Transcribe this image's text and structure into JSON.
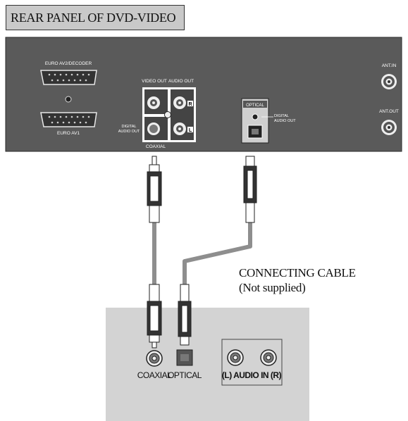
{
  "title": "REAR PANEL OF DVD-VIDEO",
  "panel": {
    "euro_av2": "EURO AV2/DECODER",
    "euro_av1": "EURO AV1",
    "video_out": "VIDEO OUT",
    "audio_out": "AUDIO OUT",
    "r": "R",
    "l": "L",
    "digital_audio_out_1": "DIGITAL",
    "digital_audio_out_2": "AUDIO OUT",
    "coaxial": "COAXIAL",
    "optical": "OPTICAL",
    "opt_digital_1": "DIGITAL",
    "opt_digital_2": "AUDIO OUT",
    "ant_in": "ANT.IN",
    "ant_out": "ANT.OUT"
  },
  "cable": {
    "line1": "CONNECTING  CABLE",
    "line2": "(Not supplied)"
  },
  "receiver": {
    "coaxial": "COAXIAL",
    "optical": "OPTICAL",
    "audio_in": "(L) AUDIO IN (R)"
  },
  "colors": {
    "panel": "#5a5a5a",
    "receiver": "#d3d3d3",
    "cable": "#9a9a9a"
  }
}
